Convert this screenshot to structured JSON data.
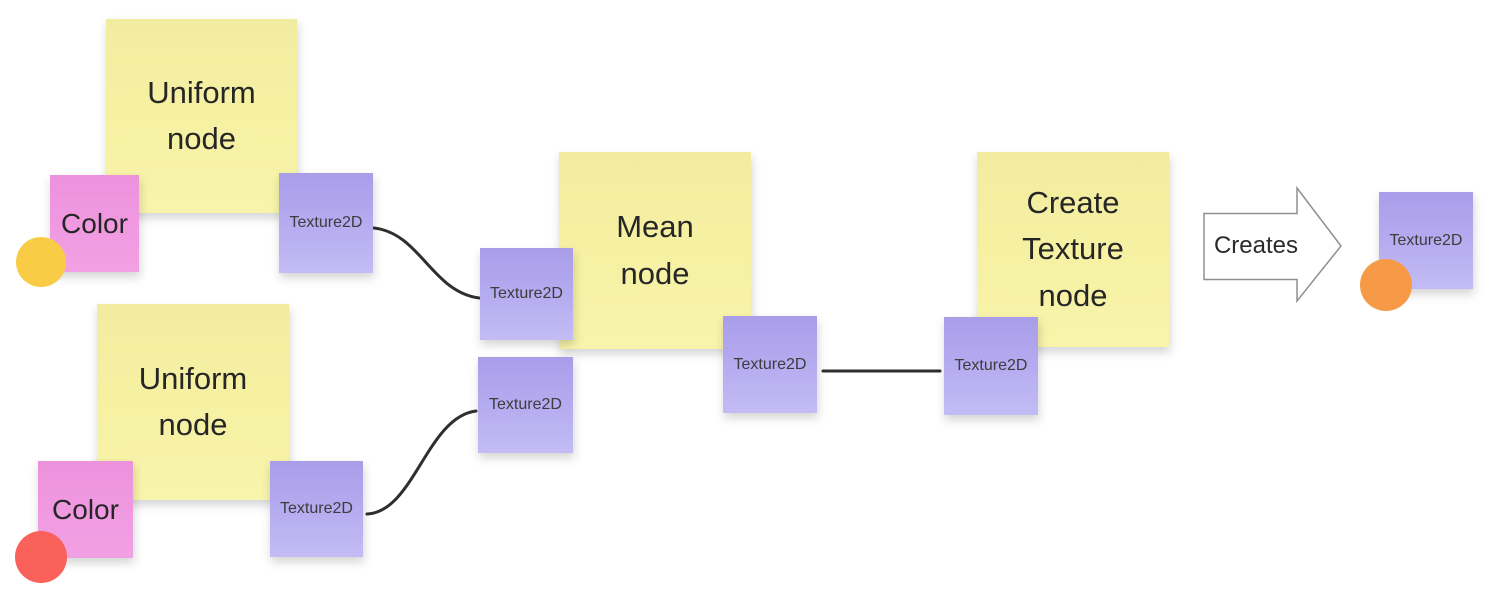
{
  "board": {
    "uniform_group_top": {
      "node_label": "Uniform\nnode",
      "input_label": "Color",
      "output_label": "Texture2D"
    },
    "uniform_group_bottom": {
      "node_label": "Uniform\nnode",
      "input_label": "Color",
      "output_label": "Texture2D"
    },
    "mean_group": {
      "node_label": "Mean\nnode",
      "input1_label": "Texture2D",
      "input2_label": "Texture2D",
      "output_label": "Texture2D"
    },
    "create_group": {
      "node_label": "Create\nTexture\nnode",
      "input_label": "Texture2D"
    },
    "result_group": {
      "arrow_label": "Creates",
      "output_label": "Texture2D"
    },
    "colors": {
      "sticky_yellow": "#f6f1a3",
      "sticky_pink": "#f09ce1",
      "sticky_purple": "#b4a9ee",
      "dot_yellow": "#f8cc45",
      "dot_red": "#f9615a",
      "dot_orange": "#f79a47",
      "connector": "#2e2e2e",
      "arrow_outline": "#8f8f8f"
    }
  }
}
